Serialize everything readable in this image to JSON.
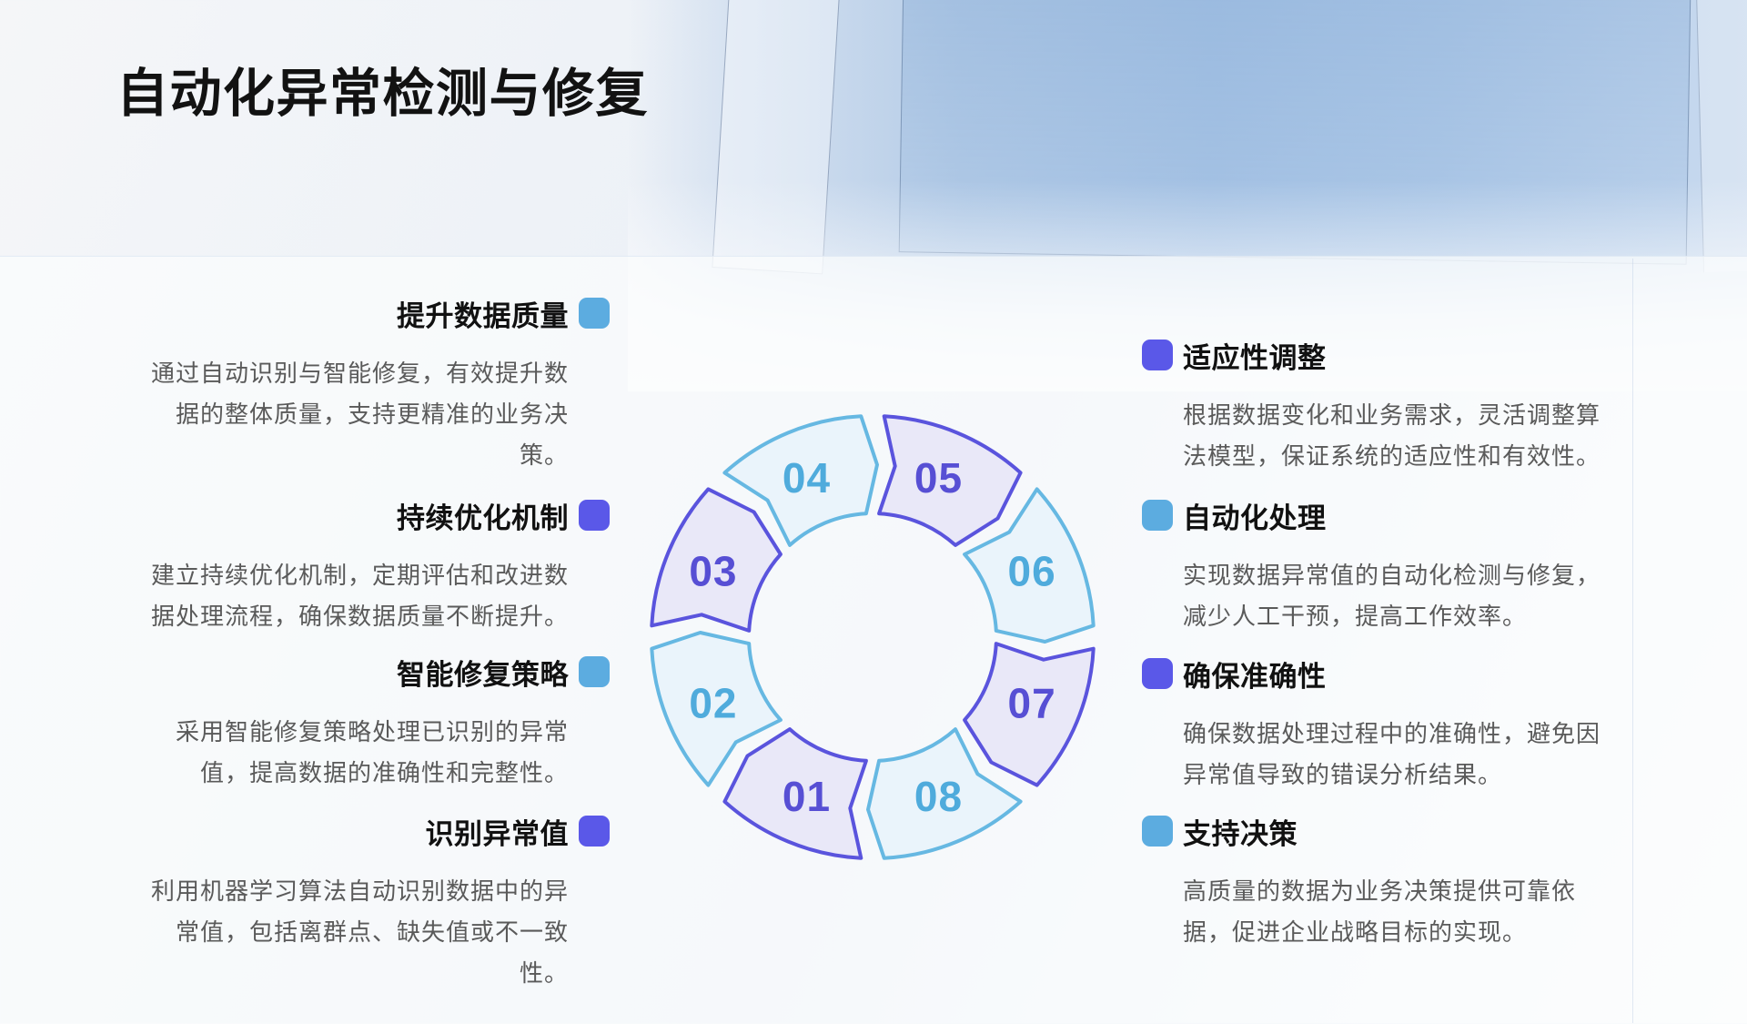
{
  "slide": {
    "title": "自动化异常检测与修复"
  },
  "colors": {
    "blue": "#5CACE0",
    "indigo": "#5A58E8",
    "body_text": "#5a5a5a",
    "title_text": "#121212",
    "wheel": {
      "indigo_stroke": "#5A54DD",
      "indigo_fill": "#E9E8F8",
      "indigo_number": "#574FD4",
      "blue_stroke": "#66B8E2",
      "blue_fill": "#EAF4FB",
      "blue_number": "#4FABDC"
    }
  },
  "left_items": [
    {
      "title": "提升数据质量",
      "accent": "blue",
      "body": "通过自动识别与智能修复，有效提升数\n据的整体质量，支持更精准的业务决\n策。"
    },
    {
      "title": "持续优化机制",
      "accent": "indigo",
      "body": "建立持续优化机制，定期评估和改进数\n据处理流程，确保数据质量不断提升。"
    },
    {
      "title": "智能修复策略",
      "accent": "blue",
      "body": "采用智能修复策略处理已识别的异常\n值，提高数据的准确性和完整性。"
    },
    {
      "title": "识别异常值",
      "accent": "indigo",
      "body": "利用机器学习算法自动识别数据中的异\n常值，包括离群点、缺失值或不一致\n性。"
    }
  ],
  "right_items": [
    {
      "title": "适应性调整",
      "accent": "indigo",
      "body": "根据数据变化和业务需求，灵活调整算\n法模型，保证系统的适应性和有效性。"
    },
    {
      "title": "自动化处理",
      "accent": "blue",
      "body": "实现数据异常值的自动化检测与修复，\n减少人工干预，提高工作效率。"
    },
    {
      "title": "确保准确性",
      "accent": "indigo",
      "body": "确保数据处理过程中的准确性，避免因\n异常值导致的错误分析结果。"
    },
    {
      "title": "支持决策",
      "accent": "blue",
      "body": "高质量的数据为业务决策提供可靠依\n据，促进企业战略目标的实现。"
    }
  ],
  "wheel": {
    "numbers": [
      {
        "label": "01",
        "accent": "indigo"
      },
      {
        "label": "02",
        "accent": "blue"
      },
      {
        "label": "03",
        "accent": "indigo"
      },
      {
        "label": "04",
        "accent": "blue"
      },
      {
        "label": "05",
        "accent": "indigo"
      },
      {
        "label": "06",
        "accent": "blue"
      },
      {
        "label": "07",
        "accent": "indigo"
      },
      {
        "label": "08",
        "accent": "blue"
      }
    ]
  }
}
